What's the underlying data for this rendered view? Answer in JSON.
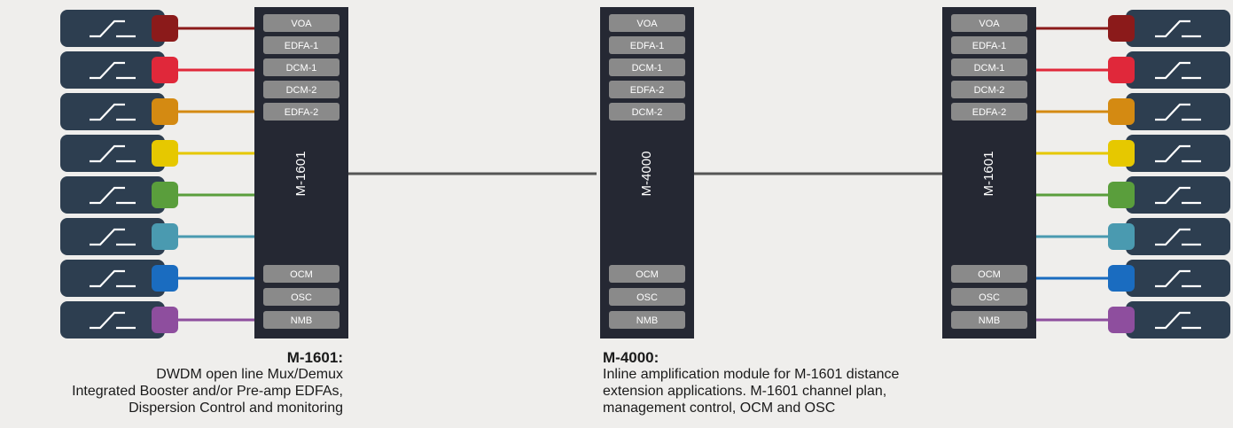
{
  "left_node": {
    "label": "M-1601",
    "top_modules": [
      "VOA",
      "EDFA-1",
      "DCM-1",
      "DCM-2",
      "EDFA-2"
    ],
    "bottom_modules": [
      "OCM",
      "OSC",
      "NMB"
    ]
  },
  "middle_node": {
    "label": "M-4000",
    "top_modules": [
      "VOA",
      "EDFA-1",
      "DCM-1",
      "EDFA-2",
      "DCM-2"
    ],
    "bottom_modules": [
      "OCM",
      "OSC",
      "NMB"
    ]
  },
  "right_node": {
    "label": "M-1601",
    "top_modules": [
      "VOA",
      "EDFA-1",
      "DCM-1",
      "DCM-2",
      "EDFA-2"
    ],
    "bottom_modules": [
      "OCM",
      "OSC",
      "NMB"
    ]
  },
  "channel_colors": [
    "#8b1a1a",
    "#e0283a",
    "#d48a12",
    "#e6c800",
    "#5a9e3c",
    "#4a9ab0",
    "#1a6cc0",
    "#8e4e9e"
  ],
  "colors": {
    "rack": "#252833",
    "module": "#8a8a8a",
    "transponder": "#2d3e50",
    "trunk": "#555555"
  },
  "captions": {
    "left": {
      "title": "M-1601:",
      "lines": [
        "DWDM open line Mux/Demux",
        "Integrated Booster and/or Pre-amp EDFAs,",
        "Dispersion Control and monitoring"
      ]
    },
    "middle": {
      "title": "M-4000:",
      "lines": [
        "Inline amplification module for M-1601 distance",
        "extension applications. M-1601 channel plan,",
        "management control, OCM and OSC"
      ]
    }
  }
}
